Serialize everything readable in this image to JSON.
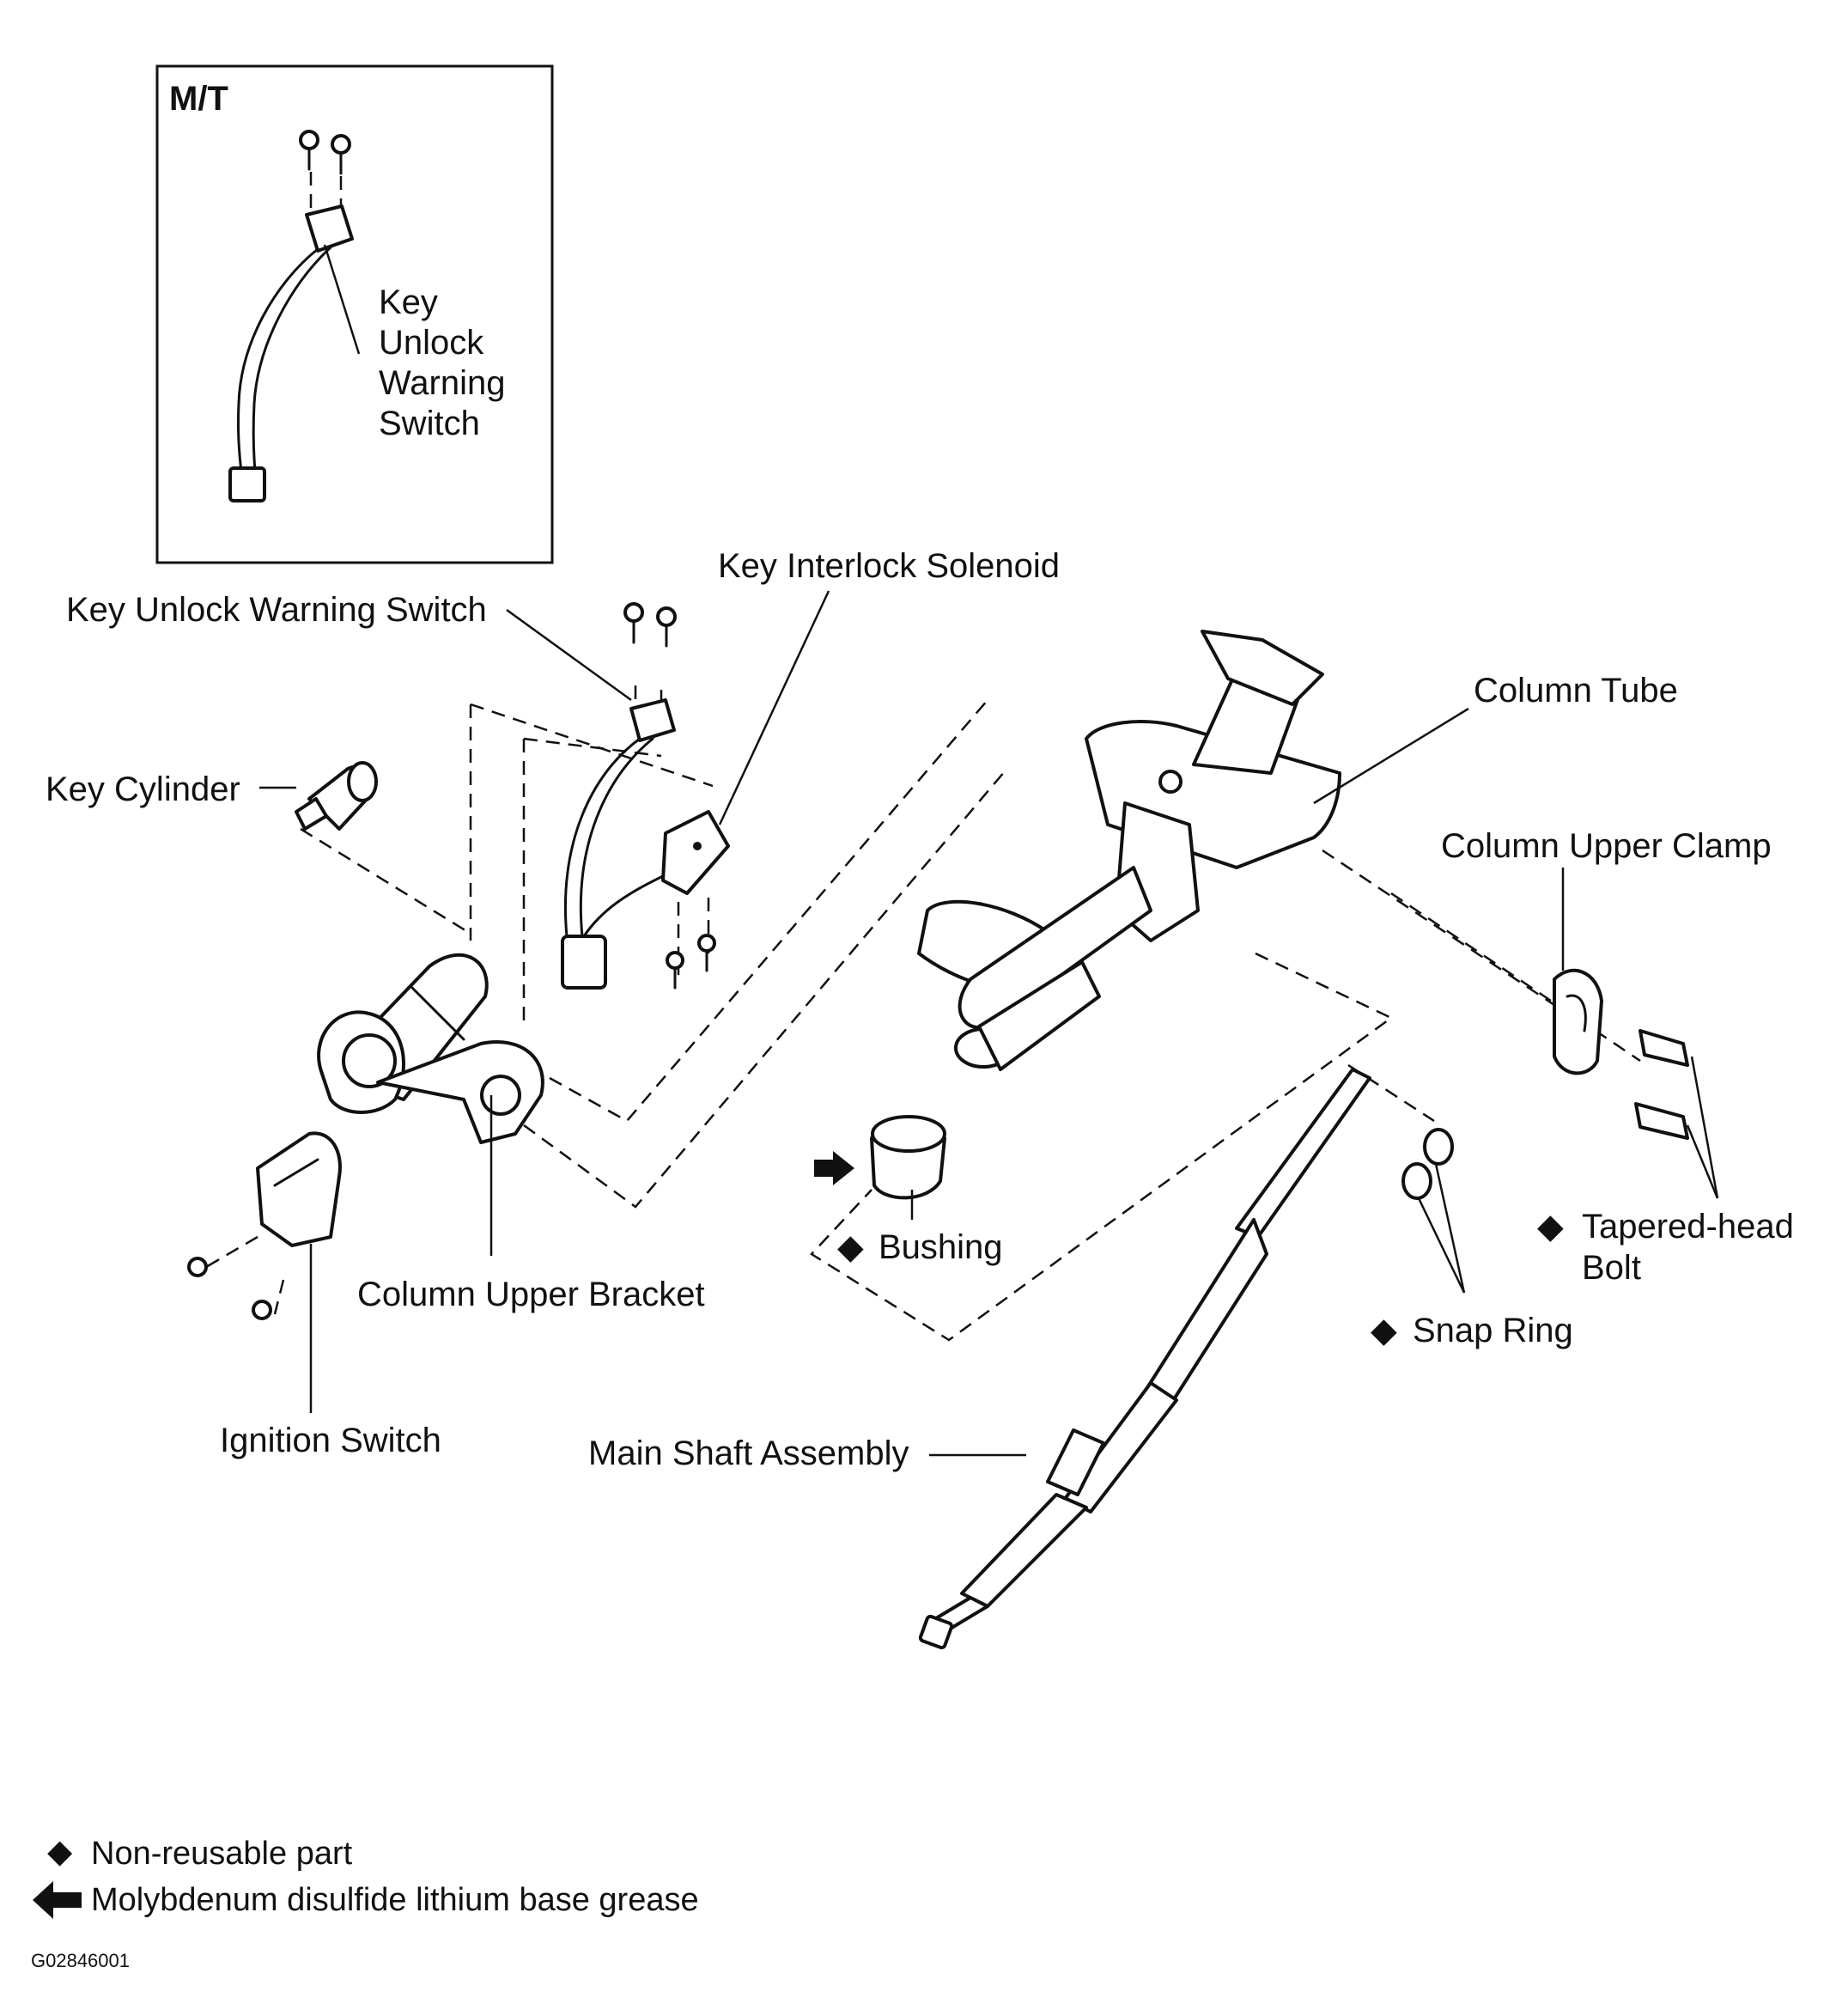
{
  "inset": {
    "title": "M/T",
    "label_lines": [
      "Key",
      "Unlock",
      "Warning",
      "Switch"
    ]
  },
  "labels": {
    "key_interlock_solenoid": "Key Interlock Solenoid",
    "key_unlock_warning_switch": "Key Unlock Warning Switch",
    "key_cylinder": "Key Cylinder",
    "column_tube": "Column Tube",
    "column_upper_clamp": "Column Upper Clamp",
    "tapered_head_bolt": [
      "Tapered-head",
      "Bolt"
    ],
    "bushing": "Bushing",
    "snap_ring": "Snap Ring",
    "column_upper_bracket": "Column Upper Bracket",
    "ignition_switch": "Ignition Switch",
    "main_shaft_assembly": "Main Shaft Assembly"
  },
  "legend": {
    "non_reusable_symbol": "◆",
    "non_reusable": "Non-reusable  part",
    "grease": "Molybdenum disulfide lithium base grease"
  },
  "figure_code": "G02846001"
}
